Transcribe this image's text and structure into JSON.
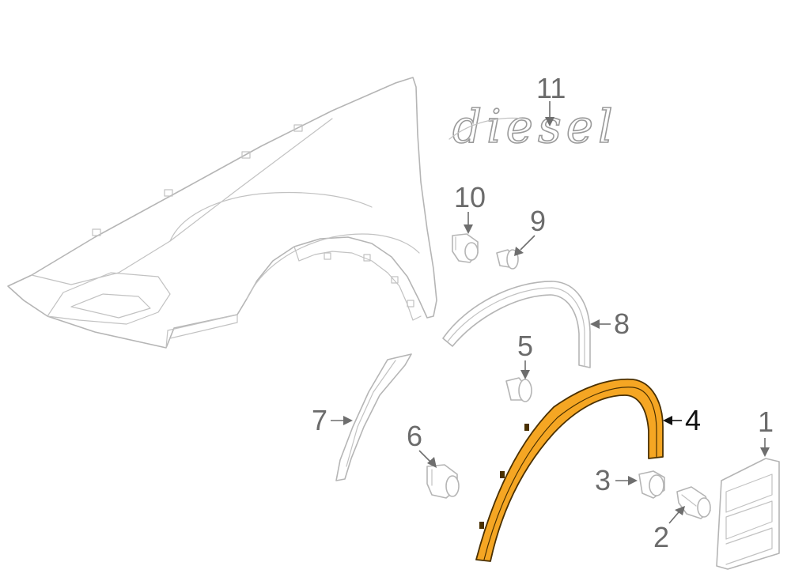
{
  "diagram": {
    "emblem_text": "diesel",
    "highlight_color": "#f5a623",
    "line_color": "#b5b5b5",
    "callouts": [
      {
        "id": "1",
        "label": "1"
      },
      {
        "id": "2",
        "label": "2"
      },
      {
        "id": "3",
        "label": "3"
      },
      {
        "id": "4",
        "label": "4",
        "highlighted": true
      },
      {
        "id": "5",
        "label": "5"
      },
      {
        "id": "6",
        "label": "6"
      },
      {
        "id": "7",
        "label": "7"
      },
      {
        "id": "8",
        "label": "8"
      },
      {
        "id": "9",
        "label": "9"
      },
      {
        "id": "10",
        "label": "10"
      },
      {
        "id": "11",
        "label": "11"
      }
    ]
  }
}
